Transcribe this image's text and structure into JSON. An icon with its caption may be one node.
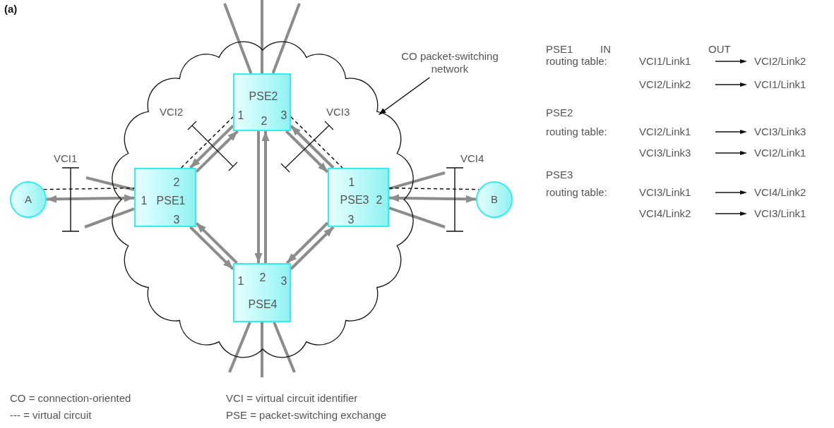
{
  "diagram": {
    "nodes": [
      {
        "text": [
          "A"
        ]
      },
      {
        "text": [],
        "shape": "cloud"
      },
      {
        "text": [
          "2",
          "1",
          "PSE1",
          "3"
        ],
        "in": 1
      },
      {
        "text": [
          "PSE2",
          "1",
          "2",
          "3"
        ],
        "in": 1
      },
      {
        "text": [
          "1",
          "PSE3",
          "2",
          "3"
        ],
        "in": 1
      },
      {
        "text": [
          "1",
          "2",
          "3",
          "PSE4"
        ],
        "in": 1
      },
      {
        "text": [
          "B"
        ]
      },
      {
        "text": [
          "CO packet-switching network"
        ]
      }
    ],
    "edges": [
      {
        "from": 0,
        "to": 2,
        "arrow": "both"
      },
      {
        "from": 2,
        "to": 3,
        "arrow": "to"
      },
      {
        "from": 3,
        "to": 2,
        "arrow": "to"
      },
      {
        "from": 3,
        "to": 4,
        "arrow": "to"
      },
      {
        "from": 4,
        "to": 3,
        "arrow": "to"
      },
      {
        "from": 2,
        "to": 5,
        "arrow": "to"
      },
      {
        "from": 5,
        "to": 2,
        "arrow": "to"
      },
      {
        "from": 3,
        "to": 5,
        "arrow": "to"
      },
      {
        "from": 5,
        "to": 3,
        "arrow": "to"
      },
      {
        "from": 5,
        "to": 4,
        "arrow": "to"
      },
      {
        "from": 4,
        "to": 5,
        "arrow": "to"
      },
      {
        "from": 6,
        "to": 4,
        "arrow": "both"
      },
      {
        "from": 2,
        "to": null,
        "arrow": "none"
      },
      {
        "from": 2,
        "to": null,
        "arrow": "none"
      },
      {
        "from": 3,
        "to": null,
        "arrow": "none"
      },
      {
        "from": 3,
        "to": null,
        "arrow": "none"
      },
      {
        "from": 3,
        "to": null,
        "arrow": "none"
      },
      {
        "from": 4,
        "to": null,
        "arrow": "none"
      },
      {
        "from": 4,
        "to": null,
        "arrow": "none"
      },
      {
        "from": 5,
        "to": null,
        "arrow": "none"
      },
      {
        "from": 5,
        "to": null,
        "arrow": "none"
      },
      {
        "from": 5,
        "to": null,
        "arrow": "none"
      },
      {
        "from": 0,
        "to": 2,
        "arrow": "none",
        "style": "dashed",
        "color": "#000000"
      },
      {
        "from": 2,
        "to": 3,
        "arrow": "none",
        "style": "dashed",
        "color": "#000000"
      },
      {
        "from": 3,
        "to": 4,
        "arrow": "none",
        "style": "dashed",
        "color": "#000000"
      },
      {
        "from": 4,
        "to": 6,
        "arrow": "none",
        "style": "dashed",
        "color": "#000000"
      },
      {
        "from": 7,
        "to": 1,
        "arrow": "to",
        "color": "#000000"
      }
    ],
    "labels": [
      "(a)",
      "VCI1",
      "VCI2",
      "VCI3",
      "VCI4",
      "PSE1",
      "IN",
      "OUT",
      "routing table:",
      "VCI1/Link1",
      "VCI2/Link2",
      "VCI2/Link2",
      "VCI1/Link1",
      "PSE2",
      "routing table:",
      "VCI2/Link1",
      "VCI3/Link3",
      "VCI3/Link3",
      "VCI2/Link1",
      "PSE3",
      "routing table:",
      "VCI3/Link1",
      "VCI4/Link2",
      "VCI4/Link2",
      "VCI3/Link1",
      "CO = connection-oriented",
      "VCI = virtual circuit identifier",
      "--- = virtual circuit",
      "PSE = packet-switching exchange"
    ]
  }
}
